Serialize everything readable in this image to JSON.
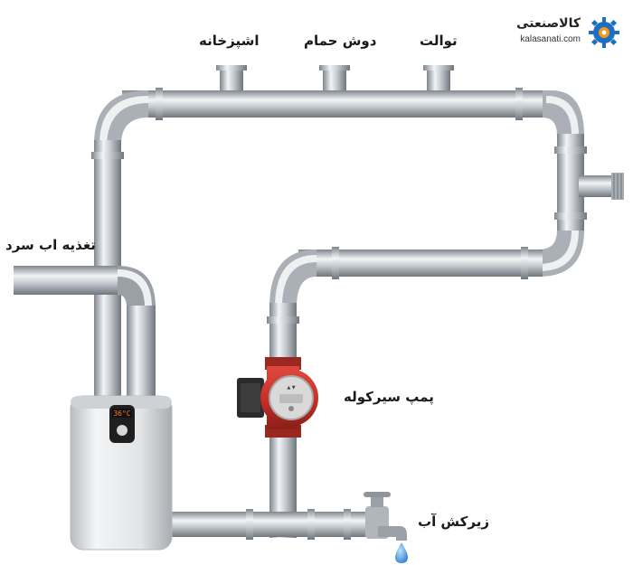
{
  "labels": {
    "kitchen": "اشپزخانه",
    "shower": "دوش حمام",
    "toilet": "توالت",
    "cold_water_feed": "تغذیه اب سرد",
    "circulation_pump": "پمپ سیرکوله",
    "faucet": "زیرکش آب"
  },
  "logo": {
    "name": "کالاصنعتی",
    "url": "kalasanati.com"
  },
  "heater": {
    "display_temp": "36°C"
  },
  "colors": {
    "pipe_light": "#e9ecef",
    "pipe_mid": "#b7bdc3",
    "pipe_dark": "#7f868d",
    "pump_red": "#c8322a",
    "heater_body": "#e4e6e8",
    "water_drop": "#3a8ad8",
    "logo_blue": "#1f6fc0",
    "logo_orange": "#f39a1e"
  }
}
